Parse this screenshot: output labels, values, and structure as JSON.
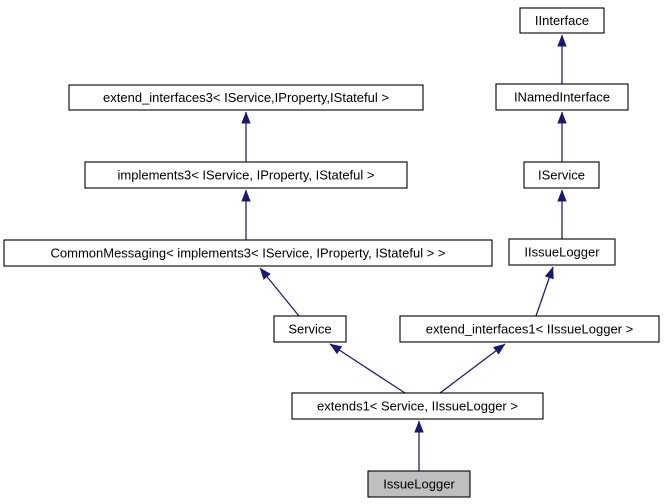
{
  "diagram": {
    "kind": "class-inheritance-graph",
    "colors": {
      "background": "#ffffff",
      "node_fill": "#ffffff",
      "node_border": "#000000",
      "node_text": "#000000",
      "highlighted_node_fill": "#bfbfbf",
      "edge": "#191970"
    },
    "nodes": [
      {
        "id": "IInterface",
        "label": "IInterface",
        "highlighted": false
      },
      {
        "id": "INamedInterface",
        "label": "INamedInterface",
        "highlighted": false
      },
      {
        "id": "IService",
        "label": "IService",
        "highlighted": false
      },
      {
        "id": "IIssueLogger",
        "label": "IIssueLogger",
        "highlighted": false
      },
      {
        "id": "extend_interfaces3",
        "label": "extend_interfaces3< IService,IProperty,IStateful >",
        "highlighted": false
      },
      {
        "id": "implements3",
        "label": "implements3< IService, IProperty, IStateful >",
        "highlighted": false
      },
      {
        "id": "CommonMessaging",
        "label": "CommonMessaging< implements3< IService, IProperty, IStateful > >",
        "highlighted": false
      },
      {
        "id": "Service",
        "label": "Service",
        "highlighted": false
      },
      {
        "id": "extend_interfaces1",
        "label": "extend_interfaces1< IIssueLogger >",
        "highlighted": false
      },
      {
        "id": "extends1",
        "label": "extends1< Service, IIssueLogger >",
        "highlighted": false
      },
      {
        "id": "IssueLogger",
        "label": "IssueLogger",
        "highlighted": true
      }
    ],
    "edges": [
      {
        "from": "INamedInterface",
        "to": "IInterface"
      },
      {
        "from": "IService",
        "to": "INamedInterface"
      },
      {
        "from": "IIssueLogger",
        "to": "IService"
      },
      {
        "from": "implements3",
        "to": "extend_interfaces3"
      },
      {
        "from": "CommonMessaging",
        "to": "implements3"
      },
      {
        "from": "Service",
        "to": "CommonMessaging"
      },
      {
        "from": "extend_interfaces1",
        "to": "IIssueLogger"
      },
      {
        "from": "extends1",
        "to": "Service"
      },
      {
        "from": "extends1",
        "to": "extend_interfaces1"
      },
      {
        "from": "IssueLogger",
        "to": "extends1"
      }
    ]
  }
}
